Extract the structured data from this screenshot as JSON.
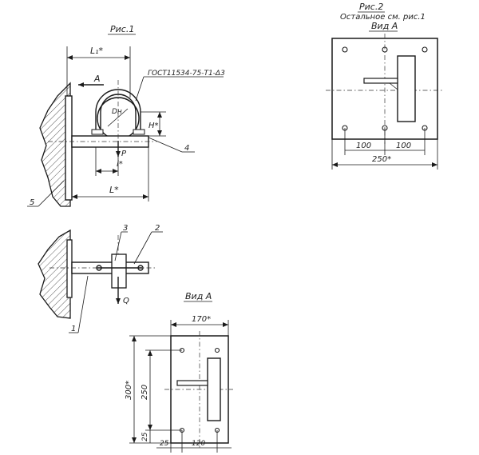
{
  "figure1": {
    "title": "Рис.1",
    "dim_l1": "L₁*",
    "label_a": "A",
    "gost_note": "ГОСТ11534-75-Т1-Δ3",
    "dim_h": "H*",
    "label_dn": "Dн",
    "label_p": "P",
    "dim_l_small": "l*",
    "dim_l_big": "L*",
    "callout_4": "4",
    "callout_5": "5"
  },
  "figure1_plan": {
    "callout_3": "3",
    "callout_2": "2",
    "label_q": "Q",
    "callout_1": "1"
  },
  "view_a_1": {
    "title": "Вид А",
    "dim_width": "170*",
    "dim_height": "300*",
    "dim_250": "250",
    "dim_25_vertical": "25",
    "dim_25_horizontal": "25",
    "dim_120": "120"
  },
  "figure2": {
    "title": "Рис.2",
    "subtitle": "Остальное см. рис.1",
    "view_title": "Вид А",
    "dim_100_left": "100",
    "dim_100_right": "100",
    "dim_250": "250*"
  }
}
